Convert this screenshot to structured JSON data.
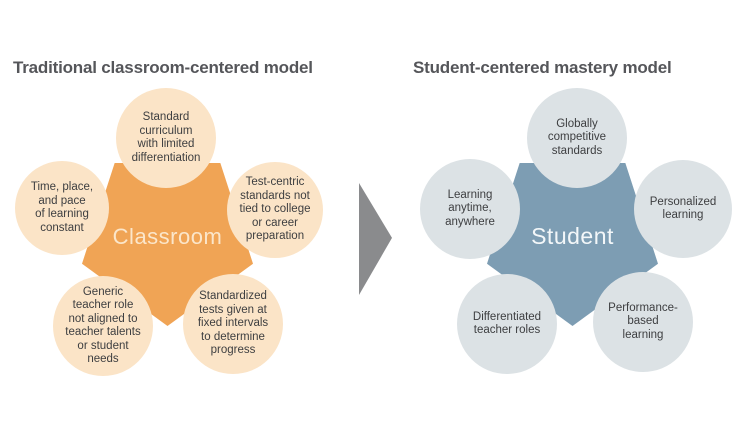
{
  "left_diagram": {
    "title": "Traditional classroom-centered model",
    "center_label": "Classroom",
    "center_color": "#f0a455",
    "node_color": "#fbe4c7",
    "nodes": {
      "top": "Standard\ncurriculum\nwith limited\ndifferentiation",
      "left": "Time, place,\nand pace\nof learning\nconstant",
      "right": "Test-centric\nstandards not\ntied to college\nor career\npreparation",
      "bottom_left": "Generic\nteacher role\nnot aligned to\nteacher talents\nor student\nneeds",
      "bottom_right": "Standardized\ntests given at\nfixed intervals\nto determine\nprogress"
    }
  },
  "right_diagram": {
    "title": "Student-centered mastery model",
    "center_label": "Student",
    "center_color": "#7d9db3",
    "node_color": "#dce2e5",
    "nodes": {
      "top": "Globally\ncompetitive\nstandards",
      "left": "Learning\nanytime,\nanywhere",
      "right": "Personalized\nlearning",
      "bottom_left": "Differentiated\nteacher roles",
      "bottom_right": "Performance-\nbased\nlearning"
    }
  },
  "arrow": {
    "direction": "right",
    "color": "#8a8b8d"
  }
}
